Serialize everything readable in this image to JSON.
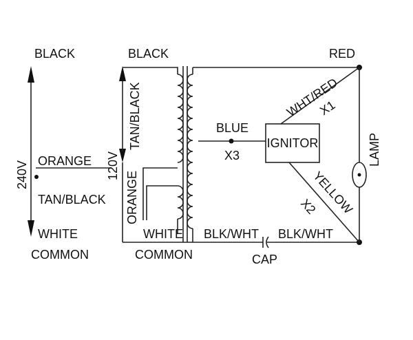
{
  "labels": {
    "left_black": "BLACK",
    "left_240v": "240V",
    "left_orange": "ORANGE",
    "left_tan_black": "TAN/BLACK",
    "left_white": "WHITE",
    "left_common": "COMMON",
    "top_black": "BLACK",
    "tap_tan_black": "TAN/BLACK",
    "tap_120v": "120V",
    "tap_orange": "ORANGE",
    "bottom_white": "WHITE",
    "bottom_common": "COMMON",
    "blue": "BLUE",
    "x3": "X3",
    "ignitor": "IGNITOR",
    "red": "RED",
    "wht_red": "WHT/RED",
    "x1": "X1",
    "yellow": "YELLOW",
    "x2": "X2",
    "lamp": "LAMP",
    "blk_wht_left": "BLK/WHT",
    "blk_wht_right": "BLK/WHT",
    "cap": "CAP"
  }
}
